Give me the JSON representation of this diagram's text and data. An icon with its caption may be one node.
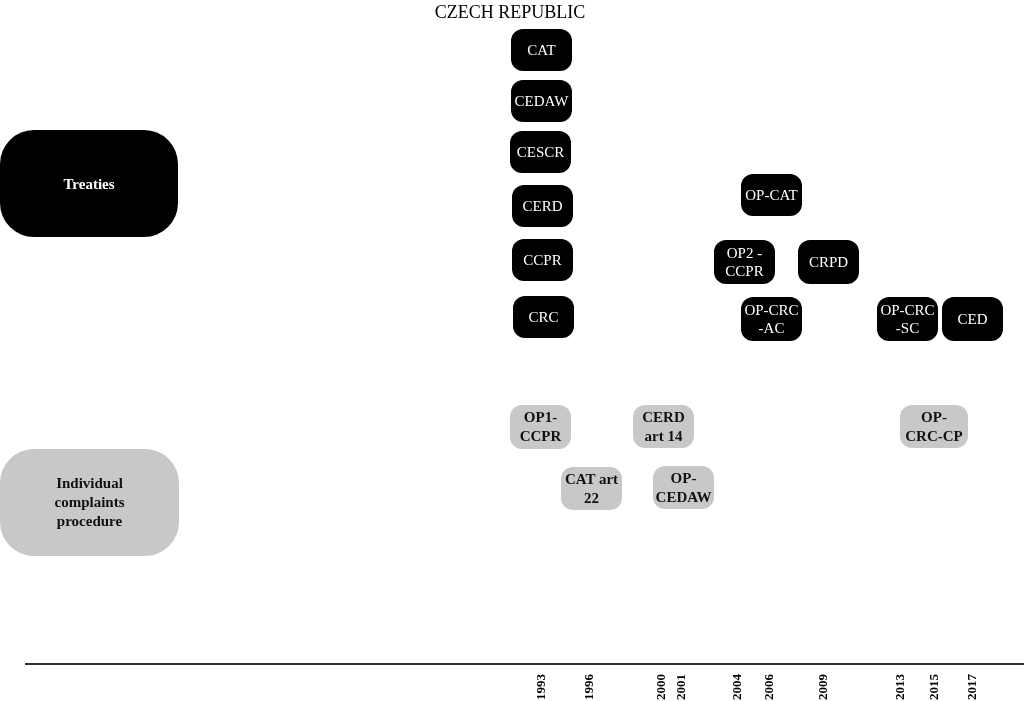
{
  "diagram": {
    "title": "CZECH REPUBLIC",
    "nodes": [
      {
        "text": [
          "Treaties"
        ]
      },
      {
        "text": [
          "CAT"
        ]
      },
      {
        "text": [
          "CEDAW"
        ]
      },
      {
        "text": [
          "CESCR"
        ]
      },
      {
        "text": [
          "CERD"
        ]
      },
      {
        "text": [
          "OP-CAT"
        ]
      },
      {
        "text": [
          "CCPR"
        ]
      },
      {
        "text": [
          "OP2 -CCPR"
        ]
      },
      {
        "text": [
          "CRPD"
        ]
      },
      {
        "text": [
          "CRC"
        ]
      },
      {
        "text": [
          "OP-CRC -AC"
        ]
      },
      {
        "text": [
          "OP-CRC -SC"
        ]
      },
      {
        "text": [
          "CED"
        ]
      },
      {
        "text": [
          "OP1- CCPR"
        ]
      },
      {
        "text": [
          "CERD art 14"
        ]
      },
      {
        "text": [
          "OP- CRC-CP"
        ]
      },
      {
        "text": [
          "Individual complaints procedure"
        ]
      },
      {
        "text": [
          "CAT art 22"
        ]
      },
      {
        "text": [
          "OP- CEDAW"
        ]
      }
    ],
    "edges": [],
    "labels": [
      "1993",
      "1996",
      "2000",
      "2001",
      "2004",
      "2006",
      "2009",
      "2013",
      "2015",
      "2017"
    ]
  }
}
